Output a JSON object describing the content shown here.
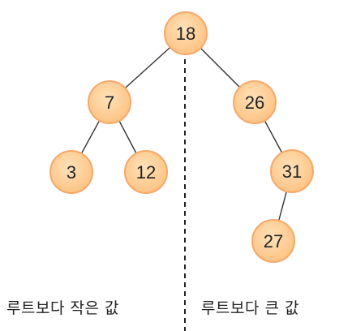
{
  "tree": {
    "nodes": [
      {
        "id": "n18",
        "label": "18"
      },
      {
        "id": "n7",
        "label": "7"
      },
      {
        "id": "n26",
        "label": "26"
      },
      {
        "id": "n3",
        "label": "3"
      },
      {
        "id": "n12",
        "label": "12"
      },
      {
        "id": "n31",
        "label": "31"
      },
      {
        "id": "n27",
        "label": "27"
      }
    ],
    "edges": [
      [
        "n18",
        "n7"
      ],
      [
        "n18",
        "n26"
      ],
      [
        "n7",
        "n3"
      ],
      [
        "n7",
        "n12"
      ],
      [
        "n26",
        "n31"
      ],
      [
        "n31",
        "n27"
      ]
    ]
  },
  "captions": {
    "left": "루트보다 작은 값",
    "right": "루트보다 큰 값"
  },
  "colors": {
    "node_fill": "#FDCB8E",
    "node_stroke": "#F6A86A",
    "edge": "#333333",
    "divider": "#222222"
  }
}
